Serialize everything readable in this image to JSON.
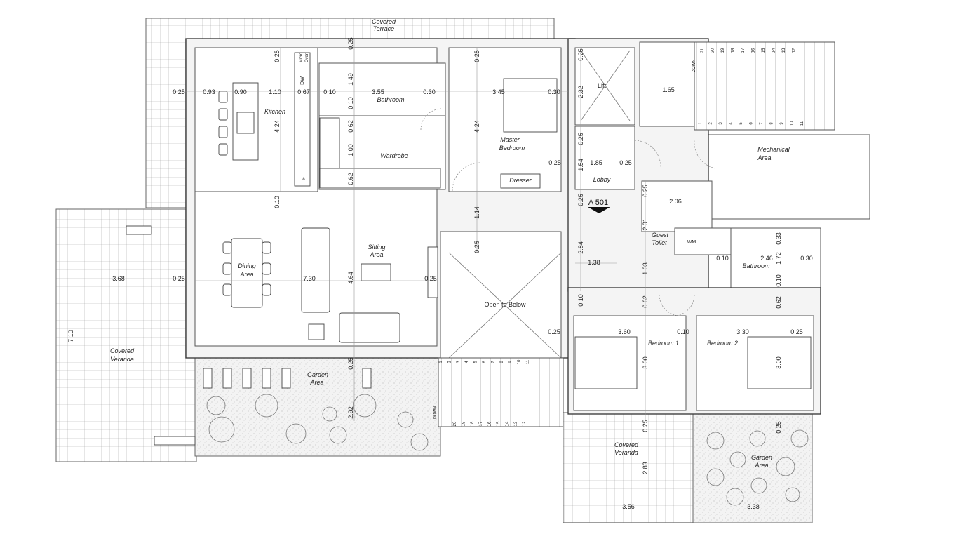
{
  "rooms": {
    "covered_terrace": [
      "Covered",
      "Terrace"
    ],
    "kitchen": "Kitchen",
    "bathroom_master": "Bathroom",
    "wardrobe": "Wardrobe",
    "master_bedroom": [
      "Master",
      "Bedroom"
    ],
    "dresser": "Dresser",
    "lift": "Lift",
    "mechanical_area": [
      "Mechanical",
      "Area"
    ],
    "lobby": "Lobby",
    "guest_toilet": [
      "Guest",
      "Toilet"
    ],
    "wm": "WM",
    "bathroom_2": "Bathroom",
    "dining_area": [
      "Dining",
      "Area"
    ],
    "sitting_area": [
      "Sitting",
      "Area"
    ],
    "open_to_below": "Open to Below",
    "bedroom_1": "Bedroom 1",
    "bedroom_2": "Bedroom 2",
    "covered_veranda_left": [
      "Covered",
      "Veranda"
    ],
    "garden_area_left": [
      "Garden",
      "Area"
    ],
    "covered_veranda_bottom": [
      "Covered",
      "Veranda"
    ],
    "garden_area_right": [
      "Garden",
      "Area"
    ]
  },
  "appliances": {
    "micro_oven": [
      "Micro",
      "Oven"
    ],
    "dw": "DW",
    "fridge": "F",
    "stair_down": "DOWN"
  },
  "section_tag": "A 501",
  "dimensions": {
    "top_row": [
      "0.25",
      "0.93",
      "0.90",
      "1.10",
      "0.67",
      "0.10",
      "3.55",
      "0.30",
      "3.45",
      "0.30"
    ],
    "kitchen_v": [
      "0.25",
      "1.49",
      "4.24",
      "0.10",
      "0.62",
      "1.00",
      "0.62",
      "0.10",
      "4.24",
      "0.25"
    ],
    "lift_v": [
      "0.25",
      "2.32",
      "0.25",
      "1.54"
    ],
    "stair_right": "1.65",
    "lobby_row": [
      "1.85",
      "0.25",
      "0.25"
    ],
    "mid": [
      "1.14",
      "0.25",
      "0.25",
      "2.84",
      "1.38",
      "2.01",
      "2.06",
      "1.03"
    ],
    "bath2": [
      "0.33",
      "1.72",
      "2.46",
      "0.30",
      "0.10",
      "0.10"
    ],
    "veranda_left": [
      "3.68",
      "0.25",
      "7.10"
    ],
    "sitting": [
      "7.30",
      "4.64",
      "0.25"
    ],
    "bedrooms": [
      "0.10",
      "0.62",
      "0.62",
      "0.25",
      "3.60",
      "0.10",
      "3.30",
      "0.25",
      "3.00",
      "3.00"
    ],
    "garden": [
      "0.25",
      "2.92"
    ],
    "bottom": [
      "0.25",
      "2.83",
      "0.25",
      "3.56",
      "3.38"
    ]
  },
  "stair_numbers_top": [
    "21",
    "20",
    "19",
    "18",
    "17",
    "16",
    "15",
    "14",
    "13",
    "12"
  ],
  "stair_numbers_top_low": [
    "1",
    "2",
    "3",
    "4",
    "5",
    "6",
    "7",
    "8",
    "9",
    "10",
    "11"
  ],
  "stair_numbers_mid": [
    "1",
    "2",
    "3",
    "4",
    "5",
    "6",
    "7",
    "8",
    "9",
    "10",
    "11"
  ],
  "stair_numbers_mid_low": [
    "20",
    "19",
    "18",
    "17",
    "16",
    "15",
    "14",
    "13",
    "12"
  ]
}
